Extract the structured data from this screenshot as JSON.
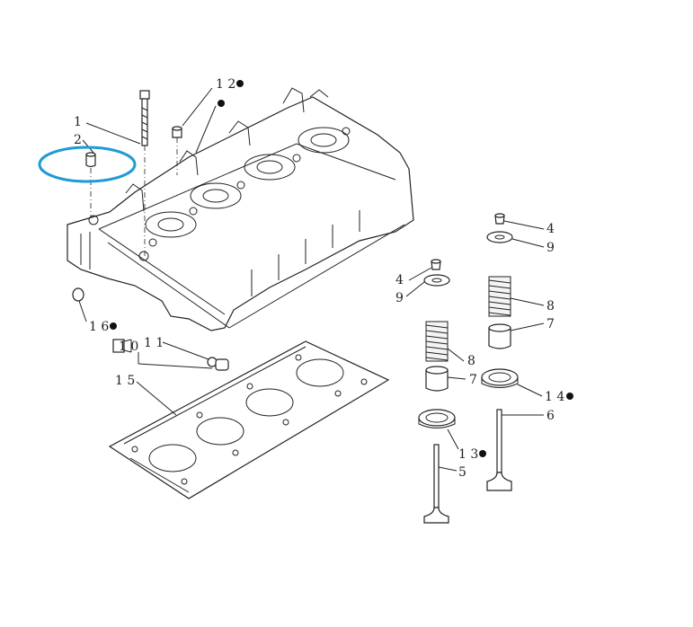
{
  "labels": {
    "l1": "1",
    "l2": "2",
    "l12": "1 2",
    "l16": "1 6",
    "l11": "1 1",
    "l15": "1 5",
    "l4a": "4",
    "l9a": "9",
    "l8a": "8",
    "l7a": "7",
    "l4b": "4",
    "l9b": "9",
    "l8b": "8",
    "l7b": "7",
    "l14": "1 4",
    "l6": "6",
    "l13": "1 3",
    "l5": "5",
    "l10": "1 0"
  },
  "colors": {
    "highlight": "#1f9ad6",
    "ink": "#222222"
  }
}
